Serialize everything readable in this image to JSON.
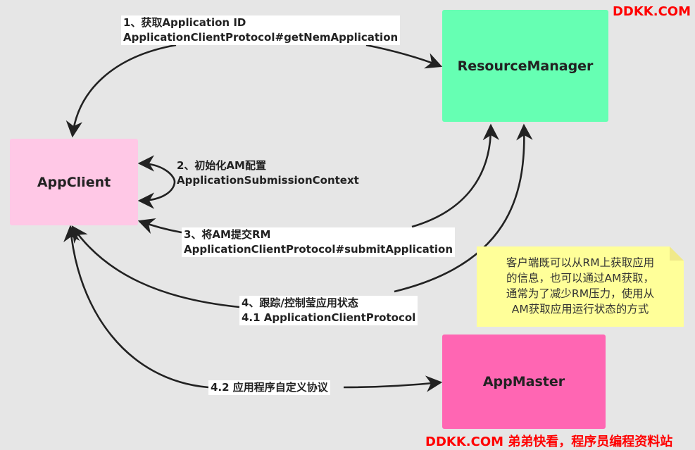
{
  "nodes": {
    "resource_manager": "ResourceManager",
    "app_client": "AppClient",
    "app_master": "AppMaster"
  },
  "edges": {
    "step1": {
      "line1": "1、获取Application ID",
      "line2": "ApplicationClientProtocol#getNemApplication"
    },
    "step2": {
      "line1": "2、初始化AM配置",
      "line2": "ApplicationSubmissionContext"
    },
    "step3": {
      "line1": "3、将AM提交RM",
      "line2": "ApplicationClientProtocol#submitApplication"
    },
    "step4": {
      "line1": "4、跟踪/控制莹应用状态",
      "line2": "4.1 ApplicationClientProtocol"
    },
    "step42": {
      "line1": "4.2 应用程序自定义协议"
    }
  },
  "note": {
    "lines": [
      "客户端既可以从RM上获取应用",
      "的信息，也可以通过AM获取，",
      "通常为了减少RM压力，使用从",
      "AM获取应用运行状态的方式"
    ]
  },
  "watermarks": {
    "top": "DDKK.COM",
    "bottom": "DDKK.COM 弟弟快看，程序员编程资料站"
  },
  "colors": {
    "resource_manager": "#66ffb3",
    "app_client": "#ffc8e6",
    "app_master": "#ff66b3",
    "note": "#ffff99",
    "watermark": "#ff0000"
  }
}
